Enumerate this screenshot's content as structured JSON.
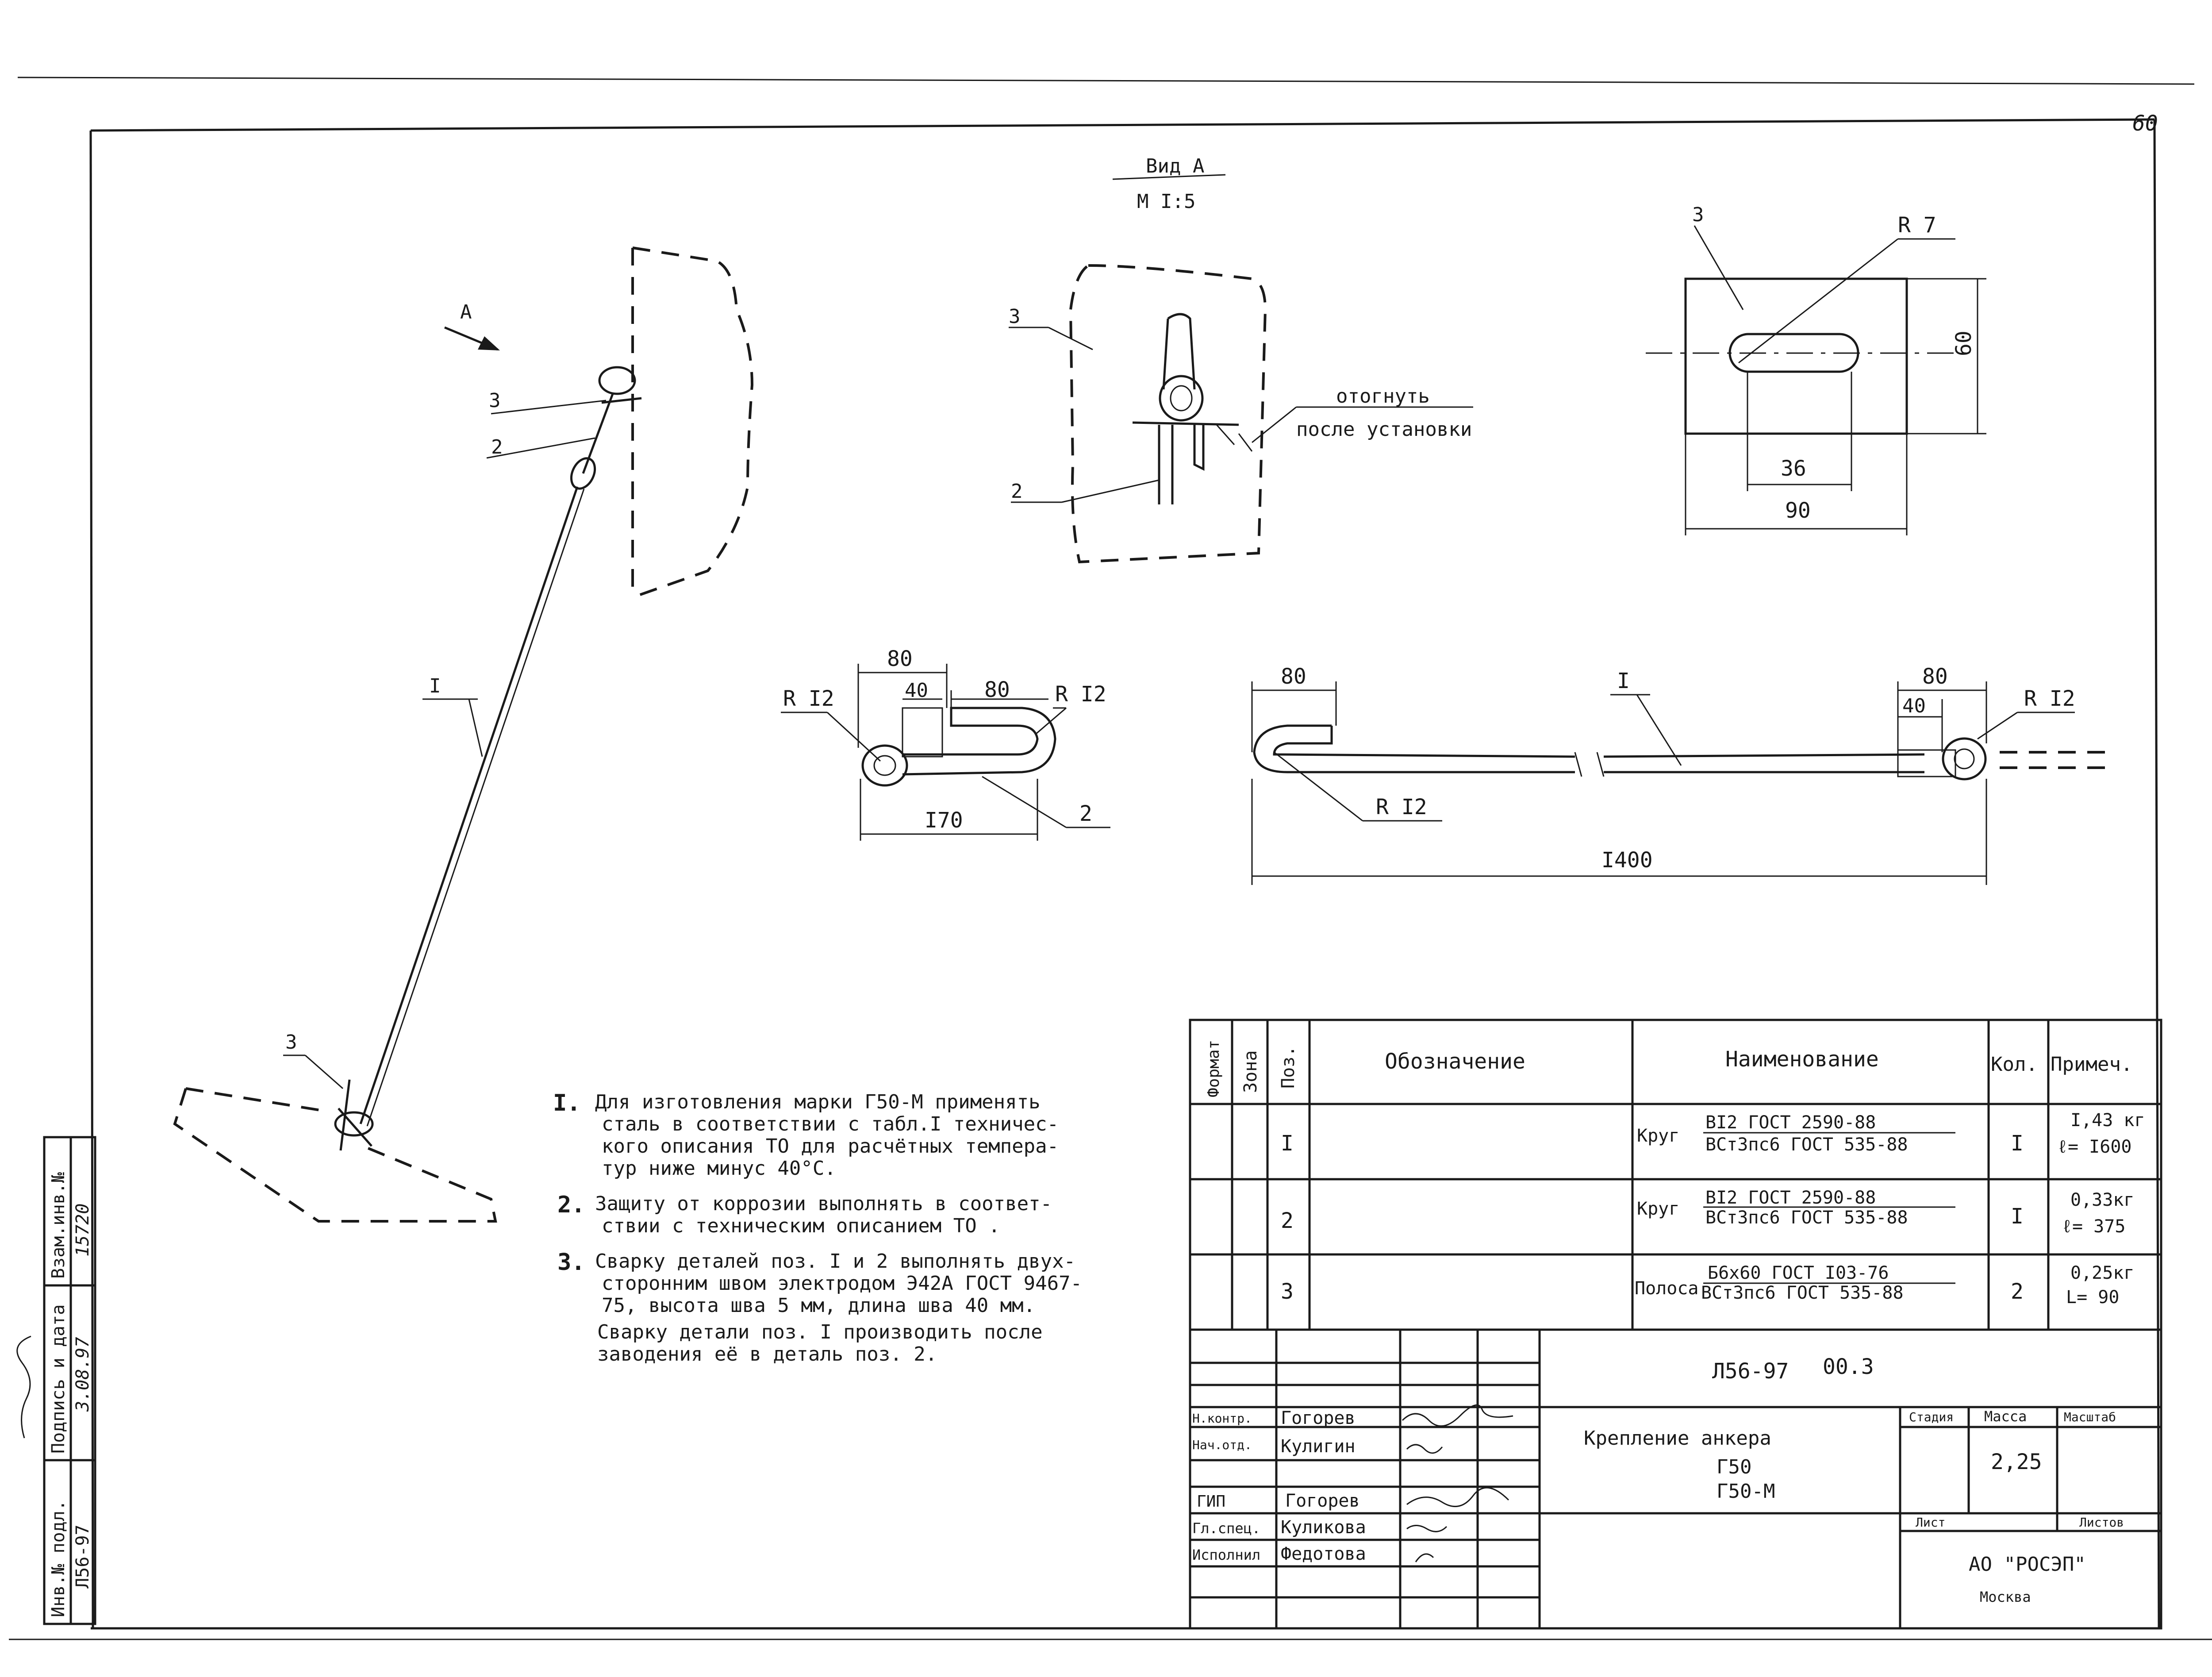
{
  "page_number": "60",
  "view_a": {
    "title": "Вид А",
    "scale": "М I:5"
  },
  "main_view": {
    "arrow_label": "А",
    "callouts": [
      "3",
      "2",
      "I",
      "3"
    ]
  },
  "view_a_callouts": [
    "3",
    "2"
  ],
  "bend_note": [
    "отогнуть",
    "после установки"
  ],
  "plate": {
    "callout": "3",
    "radius": "R 7",
    "height": "60",
    "slot": "36",
    "width": "90"
  },
  "part2": {
    "dims": [
      "80",
      "40",
      "80",
      "I70"
    ],
    "radii": [
      "R I2",
      "R I2"
    ],
    "callout": "2"
  },
  "part1": {
    "dims": [
      "80",
      "80",
      "40",
      "I400"
    ],
    "radii": [
      "R I2",
      "R I2"
    ],
    "callout": "I"
  },
  "notes": [
    {
      "num": "I.",
      "lines": [
        "Для изготовления марки Г50-М применять",
        "сталь в соответствии с табл.I техничес-",
        "кого описания ТО  для расчётных темпера-",
        "тур ниже минус    40°С."
      ]
    },
    {
      "num": "2.",
      "lines": [
        "Защиту от коррозии выполнять в соответ-",
        "ствии с техническим описанием ТО ."
      ]
    },
    {
      "num": "3.",
      "lines": [
        "Сварку деталей поз. I и 2 выполнять двух-",
        "сторонним швом электродом Э42А ГОСТ 9467-",
        "75, высота шва 5 мм, длина шва 40 мм.",
        "Сварку детали поз. I производить после",
        "заводения её в деталь поз. 2."
      ]
    }
  ],
  "spec_table": {
    "headers": [
      "Формат",
      "Зона",
      "Поз.",
      "Обозначение",
      "Наименование",
      "Кол.",
      "Примеч."
    ],
    "rows": [
      {
        "pos": "I",
        "type": "Круг",
        "line1": "BI2 ГОСТ 2590-88",
        "line2": "ВСт3пс6 ГОСТ 535-88",
        "qty": "I",
        "note1": "I,43 кг",
        "note2": "ℓ= I600"
      },
      {
        "pos": "2",
        "type": "Круг",
        "line1": "BI2 ГОСТ 2590-88",
        "line2": "ВСт3пс6 ГОСТ 535-88",
        "qty": "I",
        "note1": "0,33кг",
        "note2": "ℓ= 375"
      },
      {
        "pos": "3",
        "type": "Полоса",
        "line1": "Б6х60 ГОСТ I03-76",
        "line2": "ВСт3пс6 ГОСТ 535-88",
        "qty": "2",
        "note1": "0,25кг",
        "note2": "L= 90"
      }
    ]
  },
  "title_block": {
    "doc_code": "Л56-97",
    "doc_num": "00.3",
    "name_lines": [
      "Крепление анкера",
      "Г50",
      "Г50-М"
    ],
    "stage_label": "Стадия",
    "mass_label": "Масса",
    "scale_label": "Масштаб",
    "mass_value": "2,25",
    "sheet_label": "Лист",
    "sheets_label": "Листов",
    "company": "АО \"РОСЭП\"",
    "city": "Москва",
    "roles": [
      {
        "role": "Н.контр.",
        "name": "Гогорев"
      },
      {
        "role": "Нач.отд.",
        "name": "Кулигин"
      },
      {
        "role": "ГИП",
        "name": "Гогорев"
      },
      {
        "role": "Гл.спец.",
        "name": "Куликова"
      },
      {
        "role": "Исполнил",
        "name": "Федотова"
      }
    ]
  },
  "side_stamp": {
    "labels": [
      "Инв.№ подл.",
      "Подпись и дата",
      "Взам.инв.№"
    ],
    "values": [
      "Л56-97",
      "3.08.97",
      "15720"
    ]
  }
}
